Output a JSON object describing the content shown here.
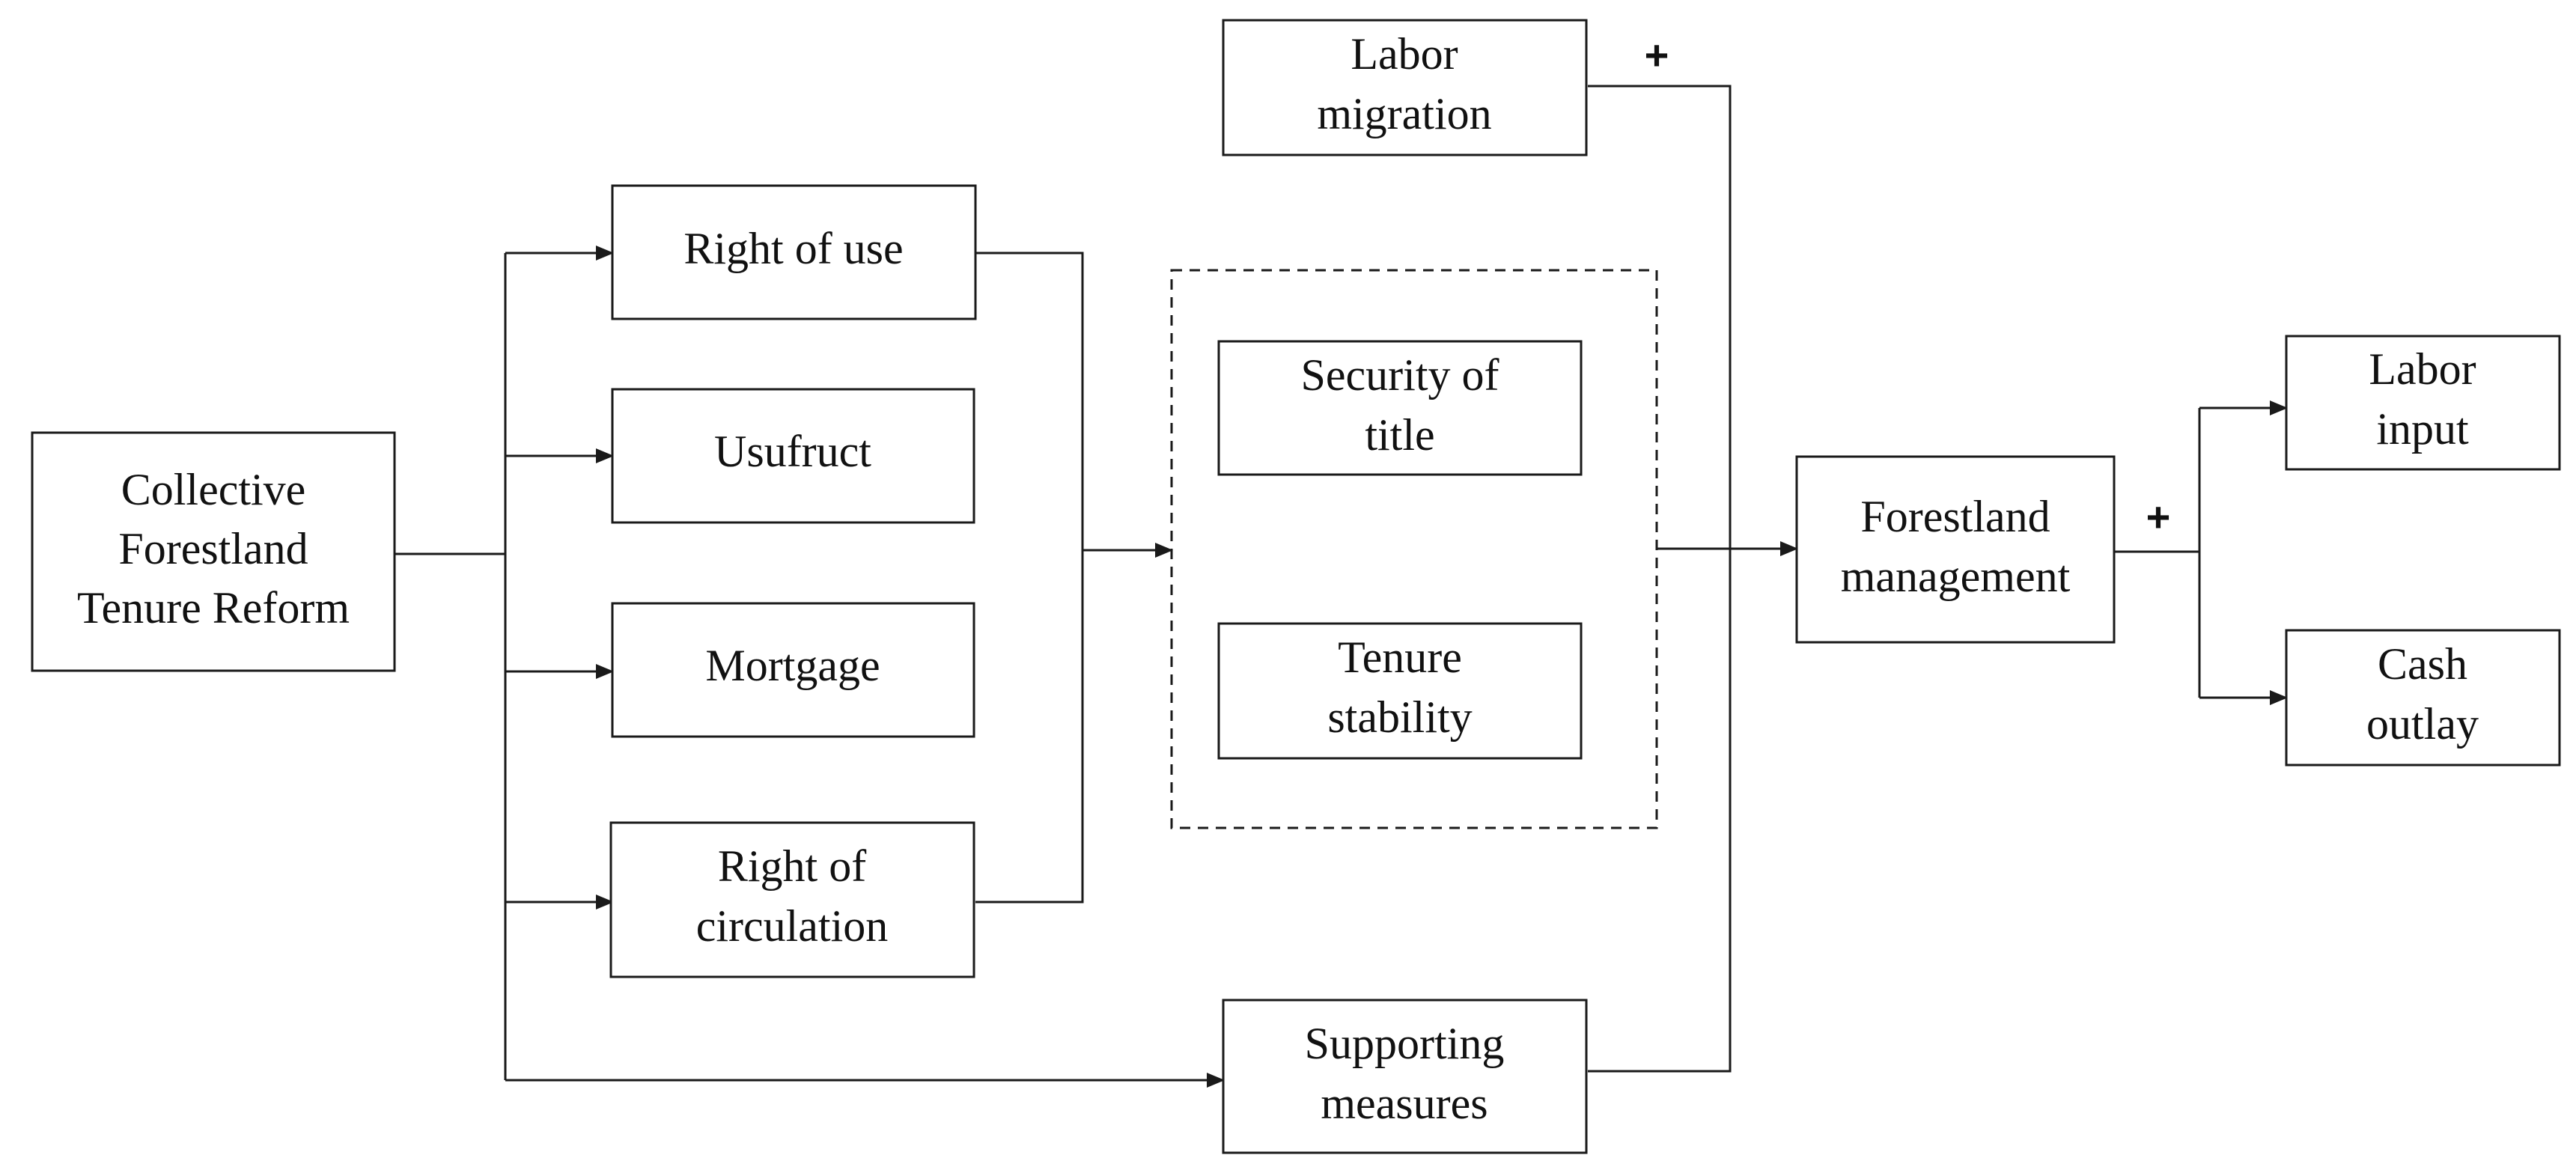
{
  "nodes": {
    "reform": [
      "Collective",
      "Forestland",
      "Tenure Reform"
    ],
    "right_of_use": [
      "Right of use"
    ],
    "usufruct": [
      "Usufruct"
    ],
    "mortgage": [
      "Mortgage"
    ],
    "right_of_circulation": [
      "Right of",
      "circulation"
    ],
    "security_of_title": [
      "Security of",
      "title"
    ],
    "tenure_stability": [
      "Tenure",
      "stability"
    ],
    "labor_migration": [
      "Labor",
      "migration"
    ],
    "supporting_measures": [
      "Supporting",
      "measures"
    ],
    "forestland_management": [
      "Forestland",
      "management"
    ],
    "labor_input": [
      "Labor",
      "input"
    ],
    "cash_outlay": [
      "Cash",
      "outlay"
    ]
  },
  "signs": {
    "labor_migration_effect": "+",
    "management_outputs_effect": "+"
  },
  "edges": [
    {
      "from": "reform",
      "to": "right_of_use"
    },
    {
      "from": "reform",
      "to": "usufruct"
    },
    {
      "from": "reform",
      "to": "mortgage"
    },
    {
      "from": "reform",
      "to": "right_of_circulation"
    },
    {
      "from": "reform",
      "to": "supporting_measures"
    },
    {
      "from": "right_of_use",
      "to": "tenure_security_group"
    },
    {
      "from": "right_of_circulation",
      "to": "tenure_security_group"
    },
    {
      "from": "tenure_security_group",
      "to": "forestland_management"
    },
    {
      "from": "labor_migration",
      "to": "forestland_management",
      "sign": "+"
    },
    {
      "from": "supporting_measures",
      "to": "forestland_management"
    },
    {
      "from": "forestland_management",
      "to": "labor_input",
      "sign": "+"
    },
    {
      "from": "forestland_management",
      "to": "cash_outlay",
      "sign": "+"
    }
  ],
  "colors": {
    "line": "#1a1a1a",
    "text": "#111111",
    "background": "#ffffff"
  }
}
